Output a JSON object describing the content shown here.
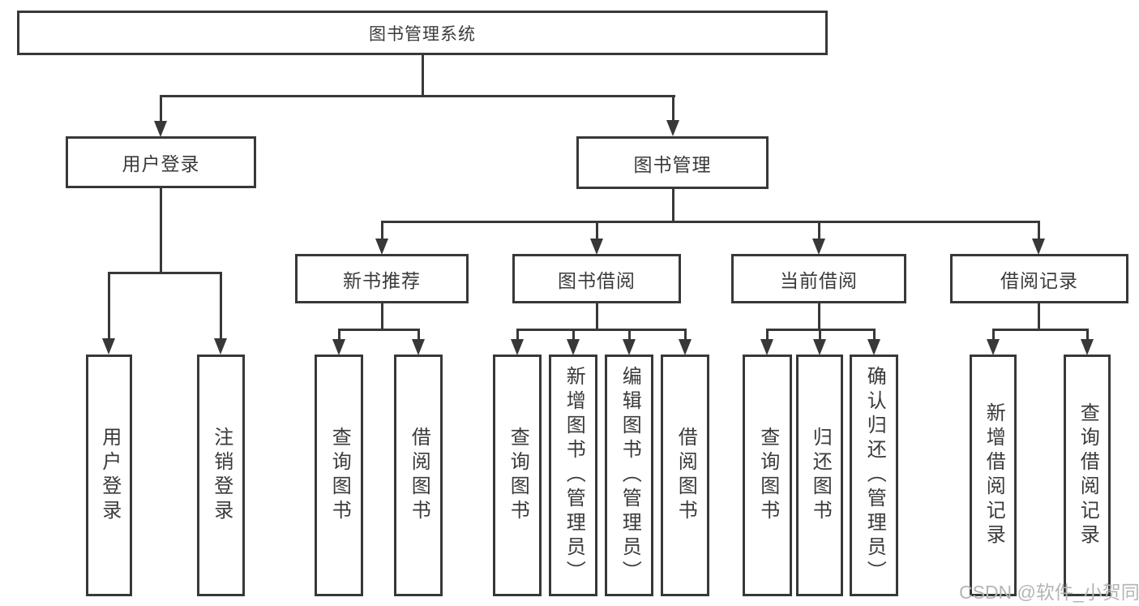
{
  "root": {
    "label": "图书管理系统"
  },
  "level2": [
    {
      "label": "用户登录"
    },
    {
      "label": "图书管理"
    }
  ],
  "level3": [
    {
      "label": "新书推荐"
    },
    {
      "label": "图书借阅"
    },
    {
      "label": "当前借阅"
    },
    {
      "label": "借阅记录"
    }
  ],
  "leaves": [
    {
      "label": "用户登录"
    },
    {
      "label": "注销登录"
    },
    {
      "label": "查询图书"
    },
    {
      "label": "借阅图书"
    },
    {
      "label": "查询图书"
    },
    {
      "label": "新增图书（管理员）"
    },
    {
      "label": "编辑图书（管理员）"
    },
    {
      "label": "借阅图书"
    },
    {
      "label": "查询图书"
    },
    {
      "label": "归还图书"
    },
    {
      "label": "确认归还（管理员）"
    },
    {
      "label": "新增借阅记录"
    },
    {
      "label": "查询借阅记录"
    }
  ],
  "watermark": "CSDN @软件_小贺同学",
  "colors": {
    "line": "#383838",
    "text": "#3a3a3a",
    "watermark": "#b5b5b5",
    "background": "#ffffff"
  }
}
